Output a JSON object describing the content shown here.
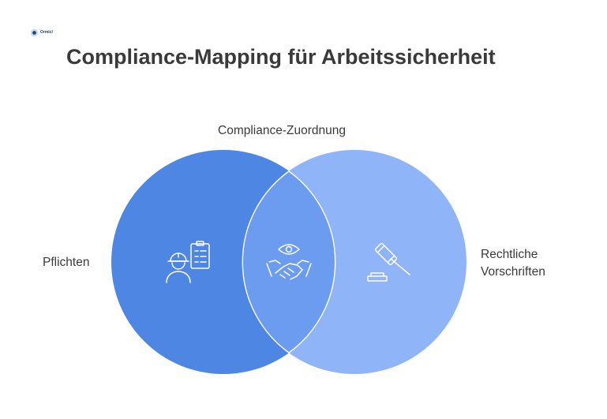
{
  "logo": {
    "text": "Ormicl",
    "icon": "brand-logo-icon"
  },
  "title": "Compliance-Mapping für Arbeitssicherheit",
  "overlap_label": "Compliance-Zuordnung",
  "left_label": "Pflichten",
  "right_label": [
    "Rechtliche",
    "Vorschriften"
  ],
  "sets": [
    {
      "name": "Pflichten",
      "icon": "worker-checklist-icon",
      "color": "#4d86e3"
    },
    {
      "name": "Rechtliche Vorschriften",
      "icon": "gavel-icon",
      "color": "#8fb5f8"
    }
  ],
  "intersection": {
    "name": "Compliance-Zuordnung",
    "icon": "handshake-eye-icon",
    "color": "#6b9cef"
  }
}
